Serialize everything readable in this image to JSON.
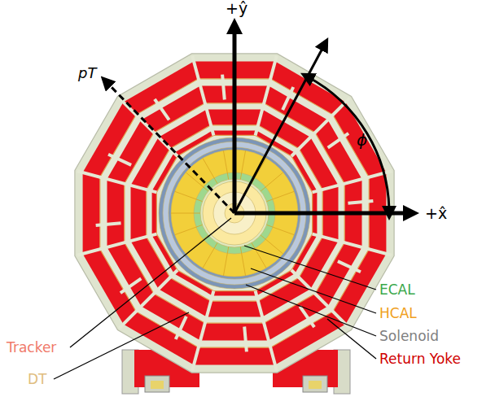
{
  "diagram": {
    "labels": [
      "+ŷ",
      "pT",
      "ϕ",
      "+x̂",
      "ECAL",
      "HCAL",
      "Solenoid",
      "Return Yoke",
      "Tracker",
      "DT"
    ]
  }
}
